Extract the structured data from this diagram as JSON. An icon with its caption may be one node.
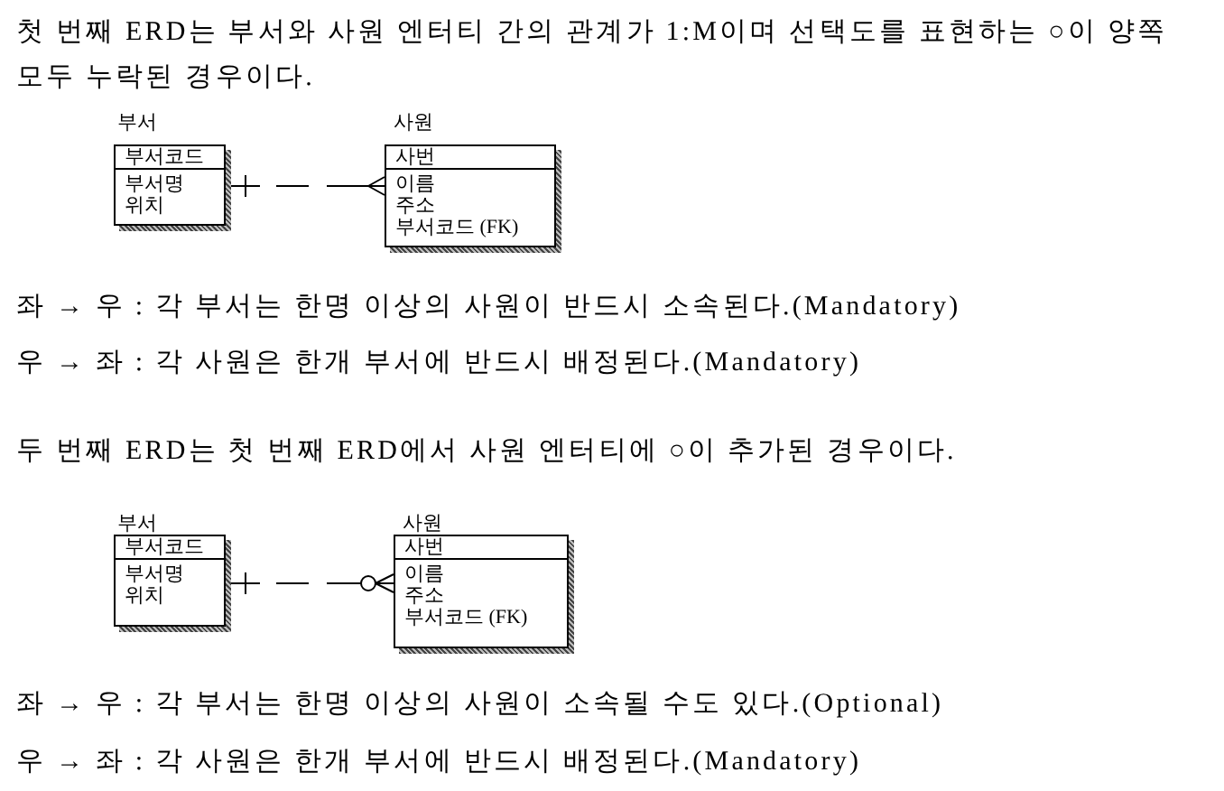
{
  "diagram": {
    "nodes": [
      {
        "text": [
          "부서",
          "부서코드",
          "부서명",
          "위치"
        ]
      },
      {
        "text": [
          "사원",
          "사번",
          "이름",
          "주소",
          "부서코드 (FK)"
        ]
      },
      {
        "text": [
          "부서",
          "부서코드",
          "부서명",
          "위치"
        ]
      },
      {
        "text": [
          "사원",
          "사번",
          "이름",
          "주소",
          "부서코드 (FK)"
        ]
      }
    ],
    "edges": [
      {
        "from": 0,
        "to": 1,
        "arrow": "other",
        "style": "dashed"
      },
      {
        "from": 2,
        "to": 3,
        "arrow": "other",
        "style": "dashed"
      }
    ],
    "labels": [
      "첫 번째 ERD는 부서와 사원 엔터티 간의 관계가 1:M이며 선택도를 표현하는 ○이 양쪽 모두 누락된 경우이다.",
      "좌 → 우 : 각 부서는 한명 이상의 사원이 반드시 소속된다.(Mandatory)",
      "우 → 좌 : 각 사원은 한개 부서에 반드시 배정된다.(Mandatory)",
      "두 번째 ERD는 첫 번째 ERD에서 사원 엔터티에 ○이 추가된 경우이다.",
      "좌 → 우 : 각 부서는 한명 이상의 사원이 소속될 수도 있다.(Optional)",
      "우 → 좌 : 각 사원은 한개 부서에 반드시 배정된다.(Mandatory)"
    ]
  }
}
